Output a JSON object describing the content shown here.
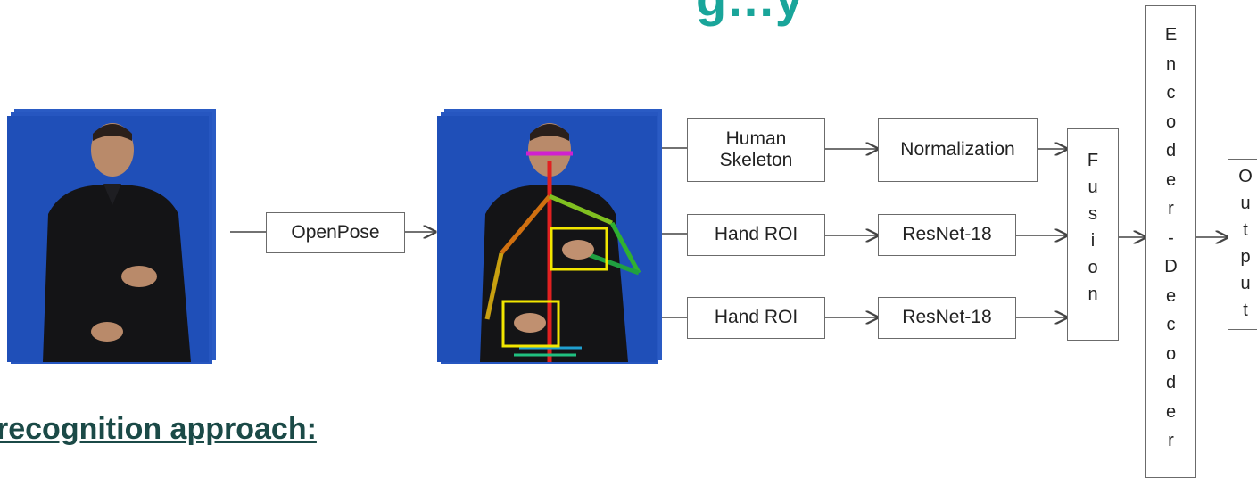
{
  "header": {
    "title_fragment": "g...y",
    "subtitle": "recognition approach:",
    "title_color": "#19a59a",
    "subtitle_color": "#1b4a47"
  },
  "images": {
    "input_frames": {
      "desc": "sign-language-signer-frames-stack",
      "bg": "#1f4fb8"
    },
    "pose_frames": {
      "desc": "signer-with-openpose-skeleton-overlay",
      "bg": "#1f4fb8",
      "roi_color": "#f2e600"
    }
  },
  "nodes": {
    "openpose": "OpenPose",
    "human_skeleton_line1": "Human",
    "human_skeleton_line2": "Skeleton",
    "normalization": "Normalization",
    "hand_roi_1": "Hand ROI",
    "hand_roi_2": "Hand ROI",
    "resnet_1": "ResNet-18",
    "resnet_2": "ResNet-18",
    "fusion": [
      "F",
      "u",
      "s",
      "i",
      "o",
      "n"
    ],
    "encoder_decoder": [
      "E",
      "n",
      "c",
      "o",
      "d",
      "e",
      "r",
      "-",
      "D",
      "e",
      "c",
      "o",
      "d",
      "e",
      "r"
    ],
    "output": [
      "O",
      "u",
      "t",
      "p",
      "u",
      "t"
    ]
  }
}
